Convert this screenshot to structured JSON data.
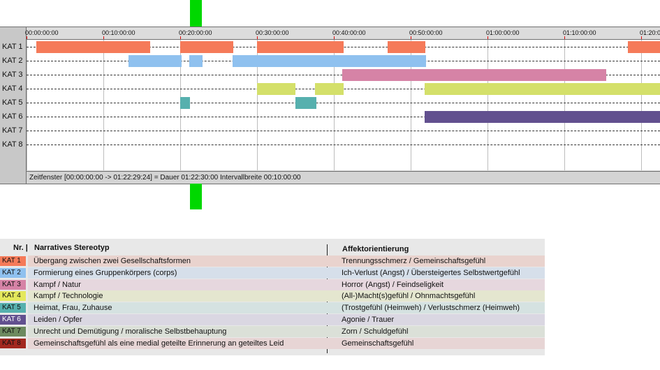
{
  "timeline": {
    "tick_labels": [
      "00:00:00:00",
      "00:10:00:00",
      "00:20:00:00",
      "00:30:00:00",
      "00:40:00:00",
      "00:50:00:00",
      "01:00:00:00",
      "01:10:00:00",
      "01:20:0"
    ],
    "categories": [
      "KAT 1",
      "KAT 2",
      "KAT 3",
      "KAT 4",
      "KAT 5",
      "KAT 6",
      "KAT 7",
      "KAT 8"
    ],
    "status_text": "Zeitfenster [00:00:00:00 -> 01:22:29:24] = Dauer 01:22:30:00    Intervallbreite 00:10:00:00",
    "minutes_per_tick": 10,
    "colors": {
      "KAT 1": "#f57a59",
      "KAT 2": "#8fc1ef",
      "KAT 3": "#d683a6",
      "KAT 4": "#d4e06a",
      "KAT 5": "#56b0ae",
      "KAT 6": "#62508f"
    },
    "segments": [
      {
        "cat": "KAT 1",
        "start": 1.3,
        "end": 16.1
      },
      {
        "cat": "KAT 1",
        "start": 20.0,
        "end": 26.9
      },
      {
        "cat": "KAT 1",
        "start": 30.0,
        "end": 41.3
      },
      {
        "cat": "KAT 1",
        "start": 47.0,
        "end": 51.9
      },
      {
        "cat": "KAT 1",
        "start": 78.3,
        "end": 82.5
      },
      {
        "cat": "KAT 2",
        "start": 13.3,
        "end": 20.2
      },
      {
        "cat": "KAT 2",
        "start": 21.2,
        "end": 22.9
      },
      {
        "cat": "KAT 2",
        "start": 26.8,
        "end": 52.0
      },
      {
        "cat": "KAT 3",
        "start": 41.1,
        "end": 75.5
      },
      {
        "cat": "KAT 4",
        "start": 30.0,
        "end": 35.0
      },
      {
        "cat": "KAT 4",
        "start": 37.5,
        "end": 41.2
      },
      {
        "cat": "KAT 4",
        "start": 51.8,
        "end": 82.5
      },
      {
        "cat": "KAT 5",
        "start": 20.0,
        "end": 21.3
      },
      {
        "cat": "KAT 5",
        "start": 35.0,
        "end": 37.7
      },
      {
        "cat": "KAT 6",
        "start": 51.8,
        "end": 82.5
      }
    ]
  },
  "legend": {
    "headers": {
      "nr": "Nr. |",
      "stereotype": "Narratives Stereotyp",
      "affect": "Affektorientierung"
    },
    "rows": [
      {
        "kat": "KAT 1",
        "chip_color": "#f57a59",
        "band_color": "#e9d3ce",
        "text_color": "#111111",
        "stereotype": "Übergang zwischen zwei Gesellschaftsformen",
        "affect": "Trennungsschmerz / Gemeinschaftsgefühl"
      },
      {
        "kat": "KAT 2",
        "chip_color": "#8fc1ef",
        "band_color": "#d6dfea",
        "text_color": "#111111",
        "stereotype": "Formierung eines Gruppenkörpers (corps)",
        "affect": "Ich-Verlust (Angst) / Übersteigertes Selbstwertgefühl"
      },
      {
        "kat": "KAT 3",
        "chip_color": "#d683a6",
        "band_color": "#e6d7de",
        "text_color": "#111111",
        "stereotype": "Kampf / Natur",
        "affect": "Horror (Angst) / Feindseligkeit"
      },
      {
        "kat": "KAT 4",
        "chip_color": "#e4e85c",
        "band_color": "#e4e6cf",
        "text_color": "#111111",
        "stereotype": "Kampf / Technologie",
        "affect": "(All-)Macht(s)gefühl / Ohnmachtsgefühl"
      },
      {
        "kat": "KAT 5",
        "chip_color": "#56b0ae",
        "band_color": "#d5e2e1",
        "text_color": "#111111",
        "stereotype": "Heimat, Frau, Zuhause",
        "affect": "(Trostgefühl (Heimweh) / Verlustschmerz (Heimweh)"
      },
      {
        "kat": "KAT 6",
        "chip_color": "#62508f",
        "band_color": "#dad7e2",
        "text_color": "#ffffff",
        "stereotype": "Leiden / Opfer",
        "affect": "Agonie / Trauer"
      },
      {
        "kat": "KAT 7",
        "chip_color": "#6d8a5f",
        "band_color": "#dbe0d8",
        "text_color": "#111111",
        "stereotype": "Unrecht und Demütigung / moralische Selbstbehauptung",
        "affect": "Zorn / Schuldgefühl"
      },
      {
        "kat": "KAT 8",
        "chip_color": "#a2281f",
        "band_color": "#e7d5d5",
        "text_color": "#111111",
        "stereotype": "Gemeinschaftsgefühl als eine medial geteilte Erinnerung an geteiltes Leid",
        "affect": "Gemeinschaftsgefühl"
      }
    ]
  }
}
